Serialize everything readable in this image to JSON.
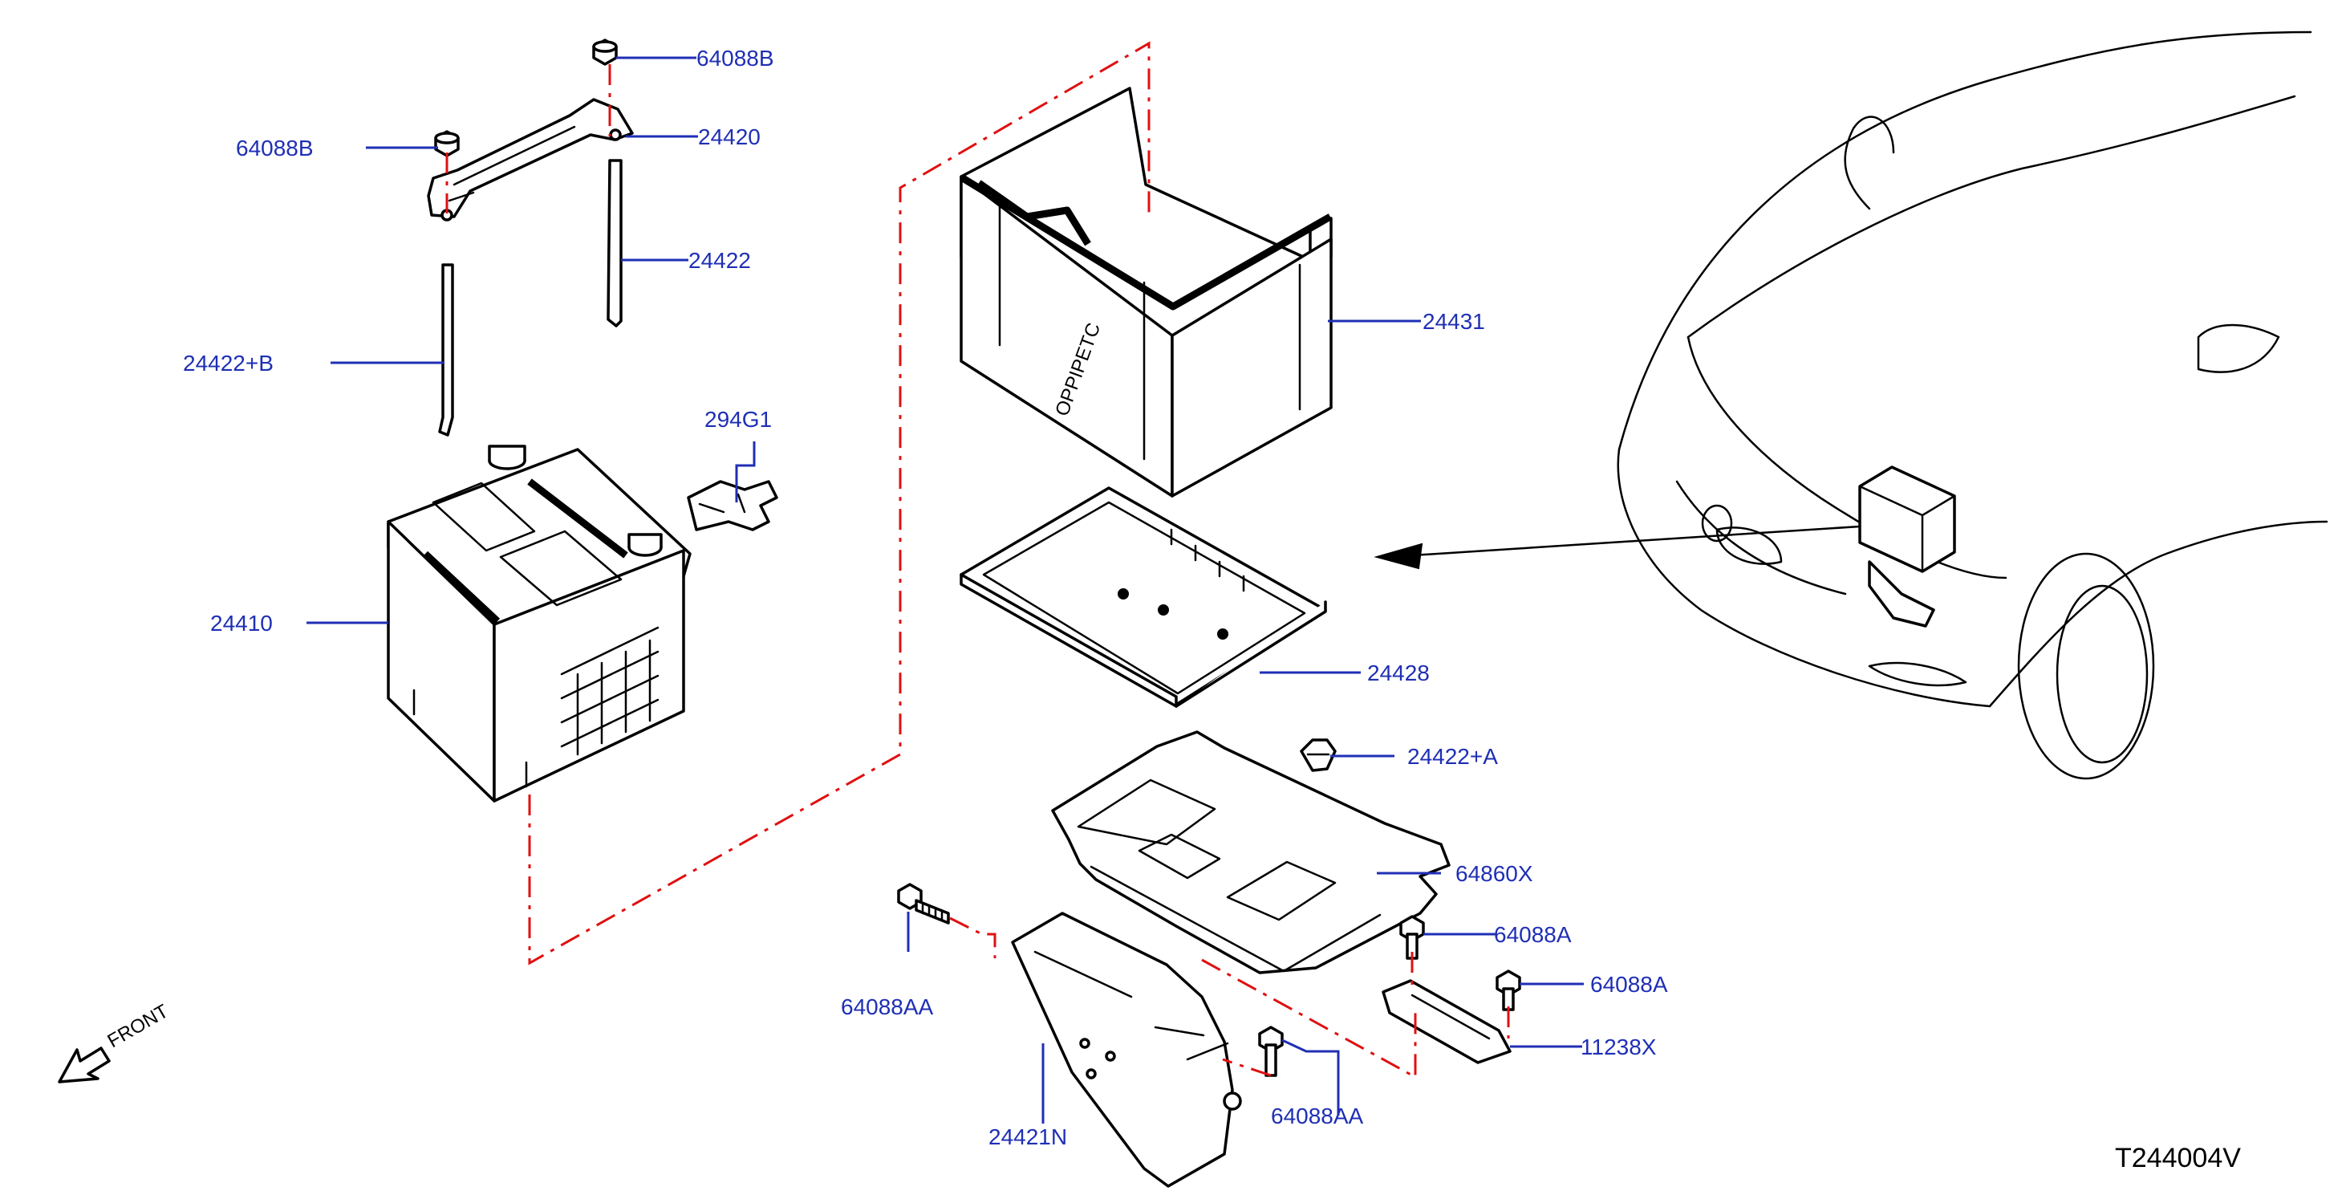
{
  "diagram": {
    "code": "T244004V",
    "front_label": "FRONT",
    "callouts": {
      "nut_top": "64088B",
      "nut_left": "64088B",
      "bracket": "24420",
      "rod_right": "24422",
      "rod_left": "24422+B",
      "clip_294": "294G1",
      "battery": "24410",
      "cover": "24431",
      "tray": "24428",
      "clip_a": "24422+A",
      "frame": "64860X",
      "bolt_aa_left": "64088AA",
      "bolt_a_1": "64088A",
      "bolt_a_2": "64088A",
      "plate": "11238X",
      "support": "24421N",
      "bolt_aa_right": "64088AA"
    }
  }
}
